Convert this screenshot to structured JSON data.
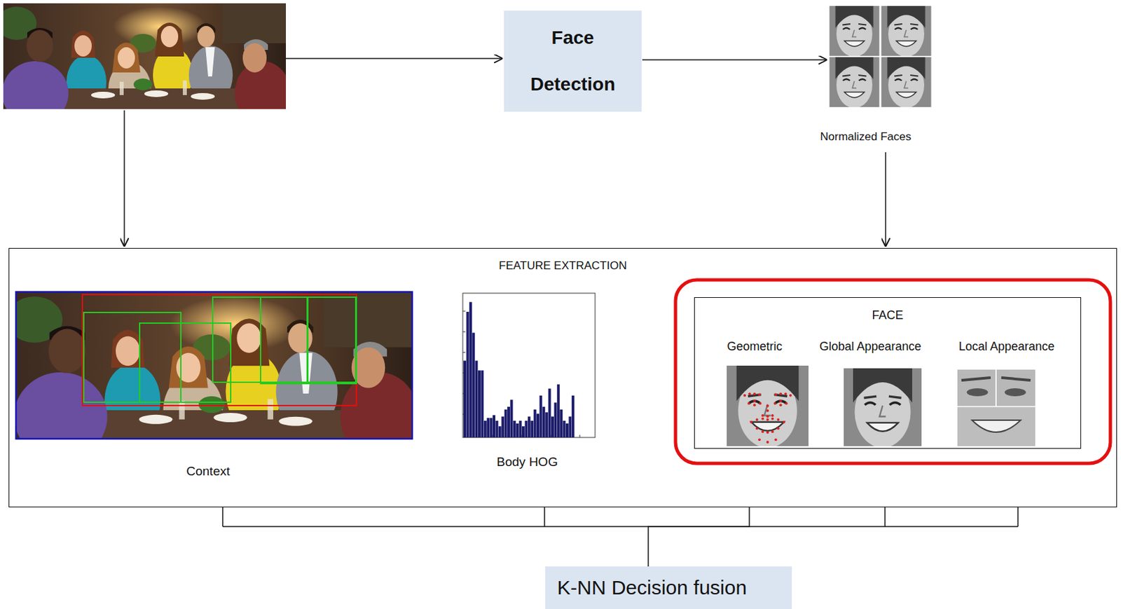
{
  "diagram": {
    "nodes": [
      {
        "text": [
          "Face Detection"
        ]
      },
      {
        "text": [
          "FEATURE EXTRACTION"
        ]
      },
      {
        "text": [
          "FACE"
        ],
        "in": 1
      },
      {
        "text": [
          "K-NN Decision fusion"
        ]
      }
    ],
    "edges": [
      {
        "from": 1,
        "to": 3,
        "arrow": "none"
      }
    ],
    "labels": [
      "Normalized Faces",
      "Context",
      "Body HOG",
      "Geometric",
      "Global Appearance",
      "Local Appearance"
    ]
  }
}
